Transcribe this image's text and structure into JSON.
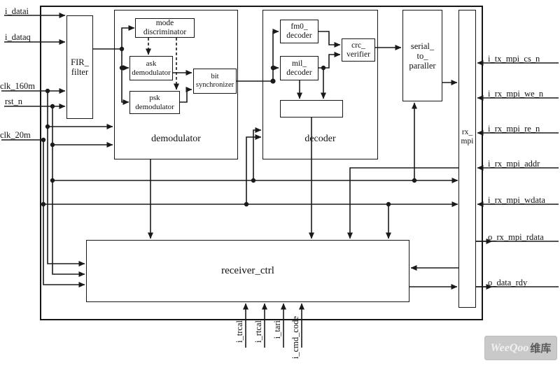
{
  "diagram": {
    "inputs_left": [
      {
        "label": "i_datai"
      },
      {
        "label": "i_dataq"
      },
      {
        "label": "clk_160m"
      },
      {
        "label": "rst_n"
      },
      {
        "label": "clk_20m"
      }
    ],
    "ports_right": [
      {
        "label": "i_tx_mpi_cs_n",
        "direction": "in"
      },
      {
        "label": "i_rx_mpi_we_n",
        "direction": "in"
      },
      {
        "label": "i_rx_mpi_re_n",
        "direction": "in"
      },
      {
        "label": "i_rx_mpi_addr",
        "direction": "in"
      },
      {
        "label": "i_rx_mpi_wdata",
        "direction": "in"
      },
      {
        "label": "o_rx_mpi_rdata",
        "direction": "out"
      },
      {
        "label": "o_data_rdy",
        "direction": "out"
      }
    ],
    "inputs_bottom": [
      {
        "label": "i_trcal"
      },
      {
        "label": "i_rtcal"
      },
      {
        "label": "i_tari"
      },
      {
        "label": "i_cmd_code"
      }
    ],
    "blocks": {
      "fir_filter": {
        "line1": "FIR_",
        "line2": "filter"
      },
      "demodulator": {
        "title": "demodulator"
      },
      "mode_discriminator": {
        "line1": "mode",
        "line2": "discriminator"
      },
      "ask_demodulator": {
        "line1": "ask",
        "line2": "demodulator"
      },
      "psk_demodulator": {
        "line1": "psk",
        "line2": "demodulator"
      },
      "bit_synchronizer": {
        "line1": "bit",
        "line2": "synchronizer"
      },
      "decoder": {
        "title": "decoder"
      },
      "fm0_decoder": {
        "line1": "fm0_",
        "line2": "decoder"
      },
      "mil_decoder": {
        "line1": "mil_",
        "line2": "decoder"
      },
      "crc_verifier": {
        "line1": "crc_",
        "line2": "verifier"
      },
      "serial_to_paraller": {
        "line1": "serial_",
        "line2": "to_",
        "line3": "paraller"
      },
      "rx_mpi": {
        "line1": "rx_",
        "line2": "mpi"
      },
      "receiver_ctrl": {
        "title": "receiver_ctrl"
      }
    },
    "watermark": {
      "brand": "WeeQoo",
      "cjk": "维库"
    },
    "colors": {
      "line": "#1a1a1a",
      "watermark_bg": "#c9c9c9"
    }
  }
}
